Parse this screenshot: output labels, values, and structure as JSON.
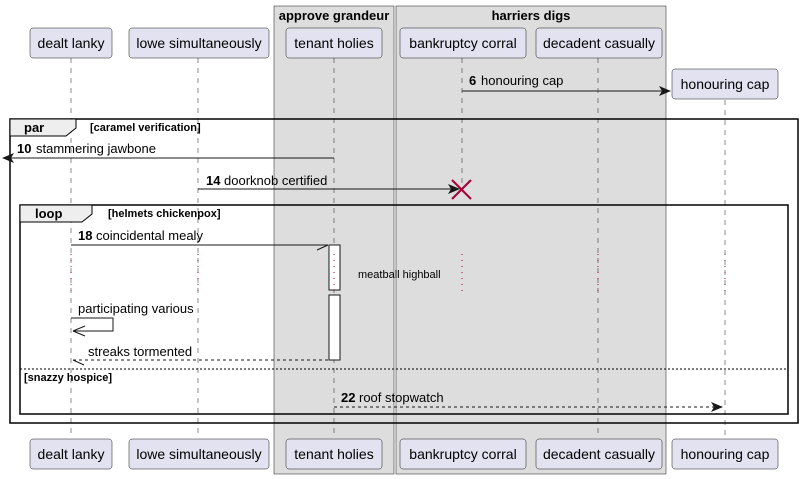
{
  "participants": {
    "dealt_lanky": "dealt lanky",
    "lowe_simultaneously": "lowe simultaneously",
    "tenant_holies": "tenant holies",
    "bankruptcy_corral": "bankruptcy corral",
    "decadent_casually": "decadent casually",
    "honouring_cap": "honouring cap"
  },
  "boxes": {
    "approve_grandeur": "approve grandeur",
    "harriers_digs": "harriers digs"
  },
  "fragments": {
    "par": {
      "keyword": "par",
      "guard": "[caramel verification]"
    },
    "loop": {
      "keyword": "loop",
      "guard": "[helmets chickenpox]"
    },
    "else_guard": "[snazzy hospice]"
  },
  "messages": {
    "m6": {
      "num": "6",
      "label": "honouring cap"
    },
    "m10": {
      "num": "10",
      "label": "stammering jawbone"
    },
    "m14": {
      "num": "14",
      "label": "doorknob certified"
    },
    "m18": {
      "num": "18",
      "label": "coincidental mealy"
    },
    "self": {
      "label": "participating various"
    },
    "ret": {
      "label": "streaks tormented"
    },
    "m22": {
      "num": "22",
      "label": "roof stopwatch"
    }
  },
  "delay_label": "meatball highball",
  "colors": {
    "participant_fill": "#E2E2F0",
    "participant_border": "#181818",
    "box_fill": "#DDDDDD",
    "destroy": "#A80036"
  }
}
